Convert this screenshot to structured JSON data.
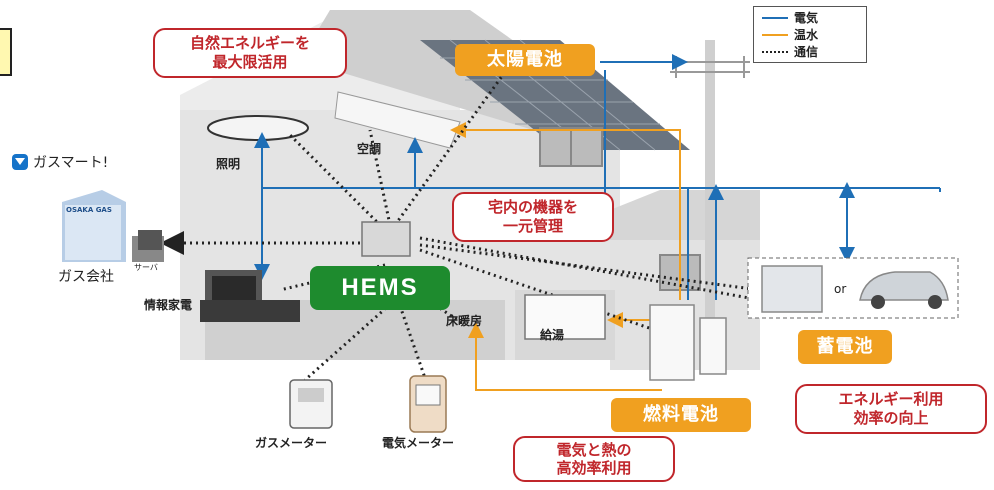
{
  "legend": {
    "items": [
      {
        "label": "電気",
        "color": "#1f6fb6",
        "style": "solid"
      },
      {
        "label": "温水",
        "color": "#f0a020",
        "style": "solid"
      },
      {
        "label": "通信",
        "color": "#222222",
        "style": "dotted"
      }
    ]
  },
  "hems": {
    "label": "HEMS",
    "color": "#1e8b2e"
  },
  "orange_labels": {
    "solar": "太陽電池",
    "storage": "蓄電池",
    "fuel_cell": "燃料電池"
  },
  "bubbles": {
    "renewable": [
      "自然エネルギーを",
      "最大限活用"
    ],
    "central": [
      "宅内の機器を",
      "一元管理"
    ],
    "efficiency": [
      "エネルギー利用",
      "効率の向上"
    ],
    "fuelcell_effect": [
      "電気と熱の",
      "高効率利用"
    ]
  },
  "devices": {
    "lighting": "照明",
    "aircon": "空調",
    "appliances": "情報家電",
    "floor_heating": "床暖房",
    "hot_water": "給湯",
    "gas_meter": "ガスメーター",
    "electric_meter": "電気メーター",
    "or_text": "or",
    "server": "サーバ"
  },
  "gas_company": {
    "brand": "ガスマート!",
    "building_text": "OSAKA GAS",
    "label": "ガス会社"
  },
  "colors": {
    "electric": "#1f6fb6",
    "hotwater": "#f0a020",
    "bubble_border": "#c0262b",
    "house_wall": "#e6e6e6",
    "roof": "#c9c9c9",
    "panel": "#6a7480"
  }
}
